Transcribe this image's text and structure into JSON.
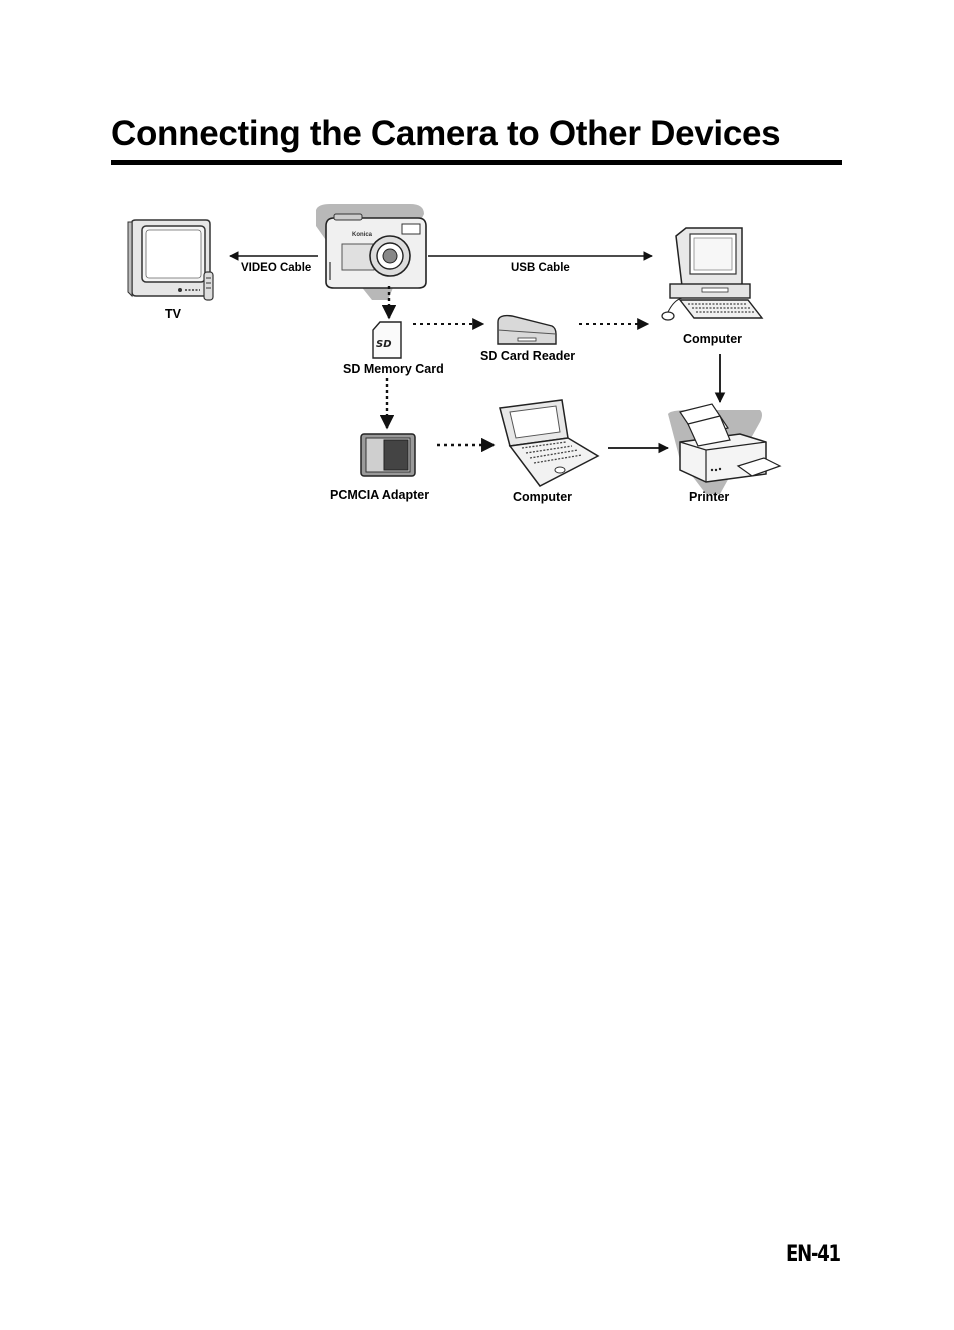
{
  "page": {
    "title": "Connecting the Camera to Other Devices",
    "page_number": "EN-41"
  },
  "diagram": {
    "camera_brand": "Konica",
    "labels": {
      "tv": "TV",
      "video_cable": "VIDEO Cable",
      "usb_cable": "USB Cable",
      "computer_desktop": "Computer",
      "sd_memory_card": "SD Memory Card",
      "sd_card_reader": "SD Card Reader",
      "pcmcia_adapter": "PCMCIA Adapter",
      "computer_laptop": "Computer",
      "printer": "Printer"
    },
    "icons": [
      "camera-icon",
      "tv-icon",
      "desktop-computer-icon",
      "sd-card-icon",
      "card-reader-icon",
      "pcmcia-adapter-icon",
      "laptop-icon",
      "printer-icon"
    ]
  }
}
